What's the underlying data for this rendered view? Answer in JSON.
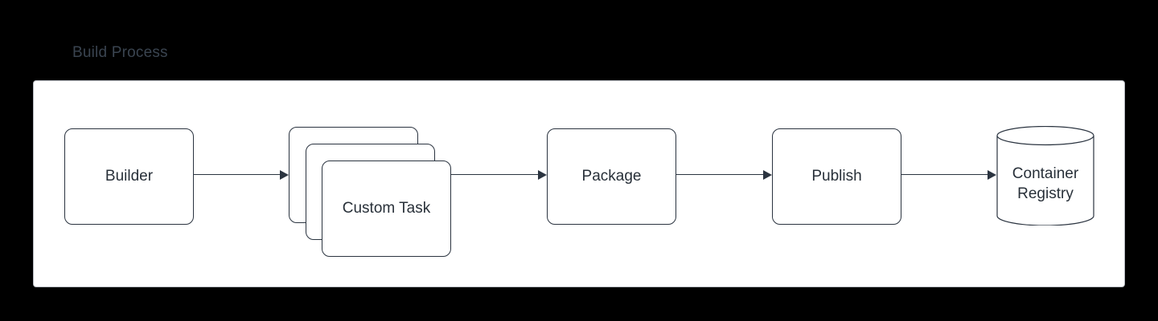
{
  "diagram": {
    "title": "Build Process",
    "title_color": "#3a4450",
    "panel_bg": "#ffffff",
    "canvas_bg": "#000000",
    "stroke_color": "#2b3440",
    "text_color": "#283039",
    "nodes": [
      {
        "id": "builder",
        "label": "Builder",
        "shape": "rounded-rect"
      },
      {
        "id": "custom-task",
        "label": "Custom Task",
        "shape": "stacked-rounded-rect",
        "stack_count": 3
      },
      {
        "id": "package",
        "label": "Package",
        "shape": "rounded-rect"
      },
      {
        "id": "publish",
        "label": "Publish",
        "shape": "rounded-rect"
      },
      {
        "id": "registry",
        "label": "Container Registry",
        "label_line1": "Container",
        "label_line2": "Registry",
        "shape": "cylinder"
      }
    ],
    "edges": [
      {
        "id": "builder-to-task",
        "from": "builder",
        "to": "custom-task",
        "arrow": "filled-triangle"
      },
      {
        "id": "task-to-package",
        "from": "custom-task",
        "to": "package",
        "arrow": "filled-triangle"
      },
      {
        "id": "package-to-publish",
        "from": "package",
        "to": "publish",
        "arrow": "filled-triangle"
      },
      {
        "id": "publish-to-registry",
        "from": "publish",
        "to": "registry",
        "arrow": "filled-triangle"
      }
    ]
  }
}
